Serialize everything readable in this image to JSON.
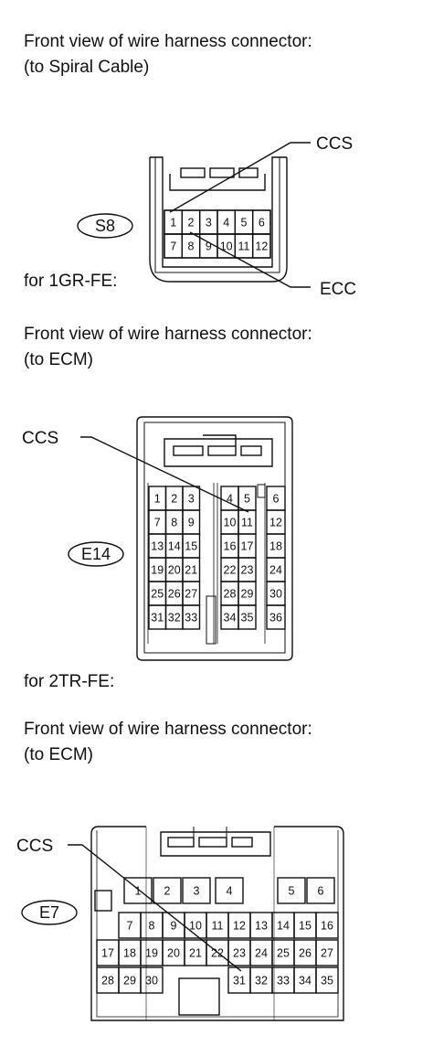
{
  "section1": {
    "heading_line1": "Front view of wire harness connector:",
    "heading_line2": "(to Spiral Cable)",
    "connector_id": "S8",
    "callout_top": "CCS",
    "callout_bottom": "ECC",
    "pins_row1": [
      "1",
      "2",
      "3",
      "4",
      "5",
      "6"
    ],
    "pins_row2": [
      "7",
      "8",
      "9",
      "10",
      "11",
      "12"
    ]
  },
  "section2": {
    "engine_label": "for 1GR-FE:",
    "heading_line1": "Front view of wire harness connector:",
    "heading_line2": "(to ECM)",
    "connector_id": "E14",
    "callout": "CCS",
    "left_block": [
      [
        "1",
        "2",
        "3"
      ],
      [
        "7",
        "8",
        "9"
      ],
      [
        "13",
        "14",
        "15"
      ],
      [
        "19",
        "20",
        "21"
      ],
      [
        "25",
        "26",
        "27"
      ],
      [
        "31",
        "32",
        "33"
      ]
    ],
    "mid_block": [
      [
        "4",
        "5"
      ],
      [
        "10",
        "11"
      ],
      [
        "16",
        "17"
      ],
      [
        "22",
        "23"
      ],
      [
        "28",
        "29"
      ],
      [
        "34",
        "35"
      ]
    ],
    "right_block": [
      "6",
      "12",
      "18",
      "24",
      "30",
      "36"
    ]
  },
  "section3": {
    "engine_label": "for 2TR-FE:",
    "heading_line1": "Front view of wire harness connector:",
    "heading_line2": "(to ECM)",
    "connector_id": "E7",
    "callout": "CCS",
    "row1": [
      "1",
      "2",
      "3",
      "4",
      "5",
      "6"
    ],
    "row2": [
      "7",
      "8",
      "9",
      "10",
      "11",
      "12",
      "13",
      "14",
      "15",
      "16"
    ],
    "row3": [
      "17",
      "18",
      "19",
      "20",
      "21",
      "22",
      "23",
      "24",
      "25",
      "26",
      "27"
    ],
    "row4": [
      "28",
      "29",
      "30",
      "31",
      "32",
      "33",
      "34",
      "35"
    ]
  }
}
